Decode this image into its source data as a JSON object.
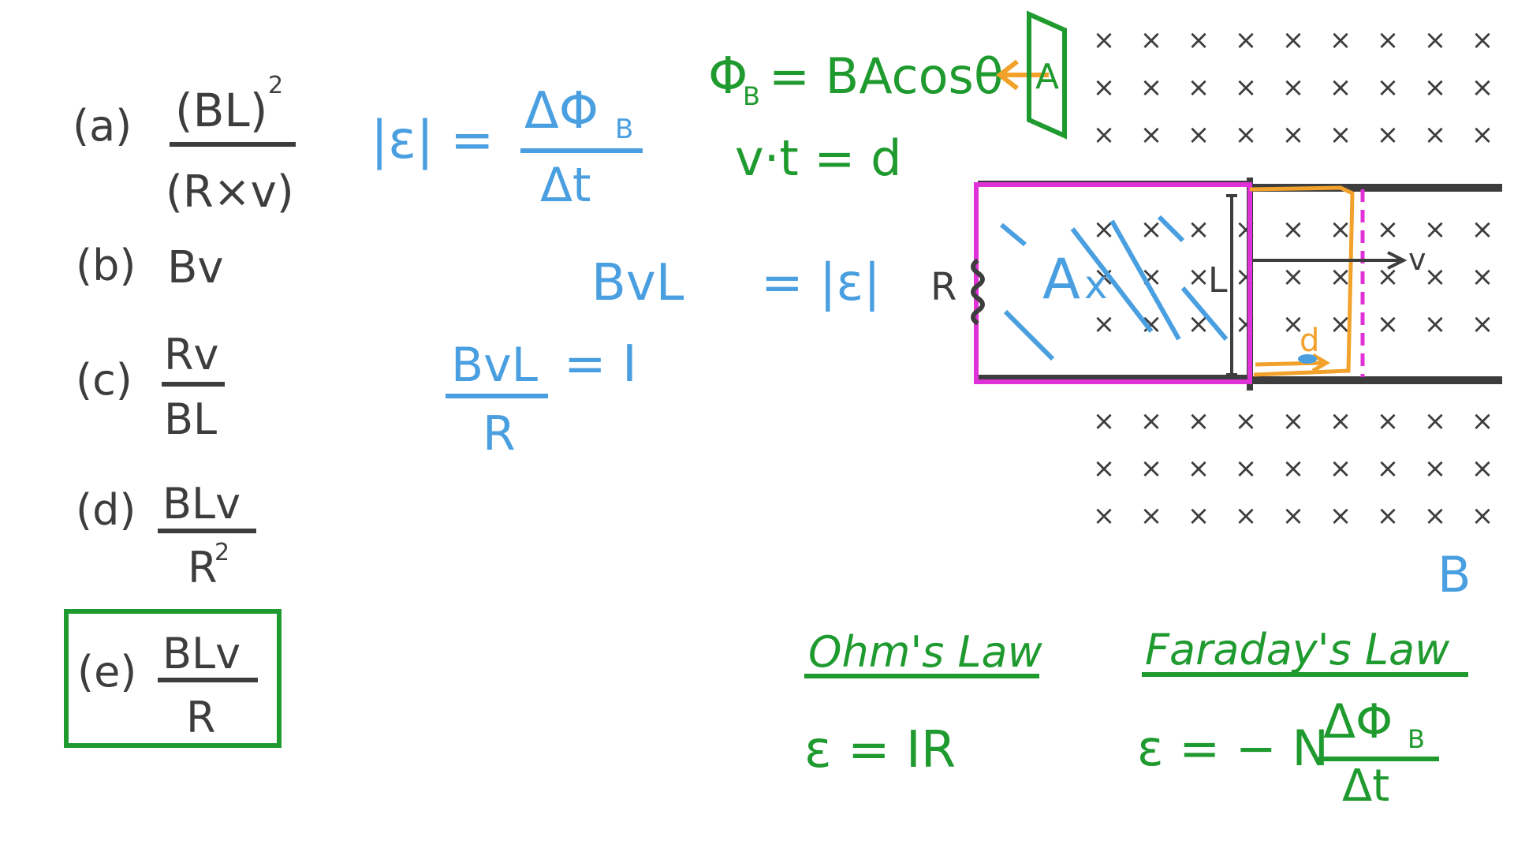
{
  "options": [
    {
      "letter": "(a)",
      "numerator": "(BL)",
      "numerator_sup": "2",
      "denominator": "(R×v)"
    },
    {
      "letter": "(b)",
      "inline": "Bv"
    },
    {
      "letter": "(c)",
      "numerator": "Rv",
      "denominator": "BL"
    },
    {
      "letter": "(d)",
      "numerator": "BLv",
      "denominator": "R",
      "denominator_sup": "2"
    },
    {
      "letter": "(e)",
      "numerator": "BLv",
      "denominator": "R"
    }
  ],
  "blue_work": {
    "emf_abs": "|ε| =",
    "emf_num": "ΔΦ",
    "emf_num_sub": "B",
    "emf_den": "Δt",
    "bvl": "BvL",
    "eq_emf": "= |ε|",
    "current_num": "BvL",
    "current_den": "R",
    "current_rhs": "= I",
    "area_label": "A",
    "area_x": "x",
    "d_label": "d",
    "b_label": "B"
  },
  "green_work": {
    "flux_lhs": "Φ",
    "flux_sub": "B",
    "flux_rhs": "= BAcosθ",
    "area_small": "A",
    "vtd": "v·t = d",
    "ohms_title": "Ohm's Law",
    "ohms_eq": "ε = IR",
    "faraday_title": "Faraday's Law",
    "faraday_lhs": "ε = − N",
    "faraday_num": "ΔΦ",
    "faraday_num_sub": "B",
    "faraday_den": "Δt"
  },
  "circuit_labels": {
    "resistor": "R",
    "length": "L",
    "velocity": "v",
    "field_mark": "×"
  },
  "colors": {
    "dark": "#3d3d3d",
    "blue": "#4a9fe0",
    "green": "#1f9a2f",
    "magenta": "#e030d8",
    "orange": "#f2a22a"
  }
}
